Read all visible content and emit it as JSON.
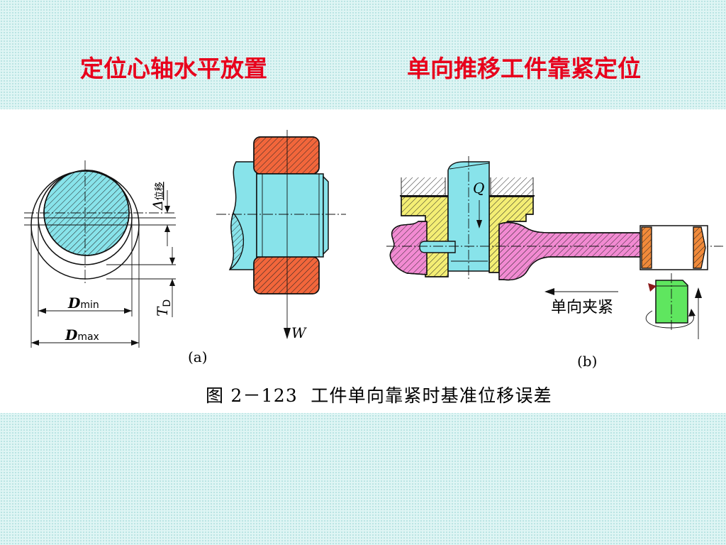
{
  "slide": {
    "title_left": "定位心轴水平放置",
    "title_right": "单向推移工件靠紧定位",
    "colors": {
      "title": "#e8001c"
    }
  },
  "figure": {
    "caption": "图 2－123  工件单向靠紧时基准位移误差",
    "panel_a": {
      "label": "(a)",
      "dmin": {
        "symbol": "D",
        "subscript": "min"
      },
      "dmax": {
        "symbol": "D",
        "subscript": "max"
      },
      "displacement": {
        "symbol": "Δ",
        "subscript": "位移"
      },
      "tolerance": {
        "symbol": "T",
        "subscript": "D"
      },
      "force": "W"
    },
    "panel_b": {
      "label": "(b)",
      "force": "Q",
      "clamp_direction": "单向夹紧"
    },
    "colors": {
      "mandrel": "#88e3ea",
      "workpiece": "#f2663b",
      "fixture": "#f4ee74",
      "connecting_rod": "#f28ad2",
      "bushing": "#f18a3a",
      "clamp": "#5fe65f",
      "marker": "#8b1a1a"
    }
  }
}
